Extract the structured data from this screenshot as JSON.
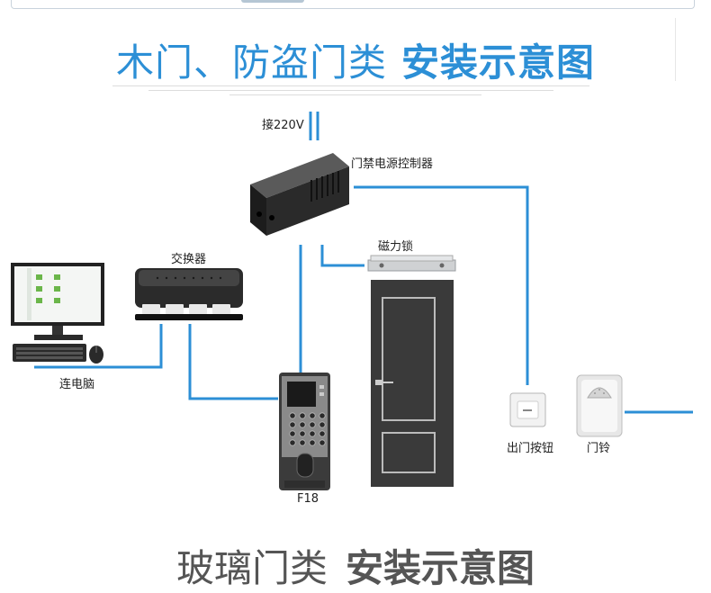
{
  "section1": {
    "title_light": "木门、防盗门类",
    "title_bold": "安装示意图"
  },
  "section2": {
    "title_light": "玻璃门类",
    "title_bold": "安装示意图"
  },
  "labels": {
    "power_in": "接220V",
    "controller": "门禁电源控制器",
    "switch": "交换器",
    "maglock": "磁力锁",
    "computer": "连电脑",
    "terminal": "F18",
    "exit_button": "出门按钮",
    "doorbell": "门铃"
  },
  "colors": {
    "title": "#2c8fd6",
    "wire": "#2c8fd6",
    "title2": "#555555"
  }
}
